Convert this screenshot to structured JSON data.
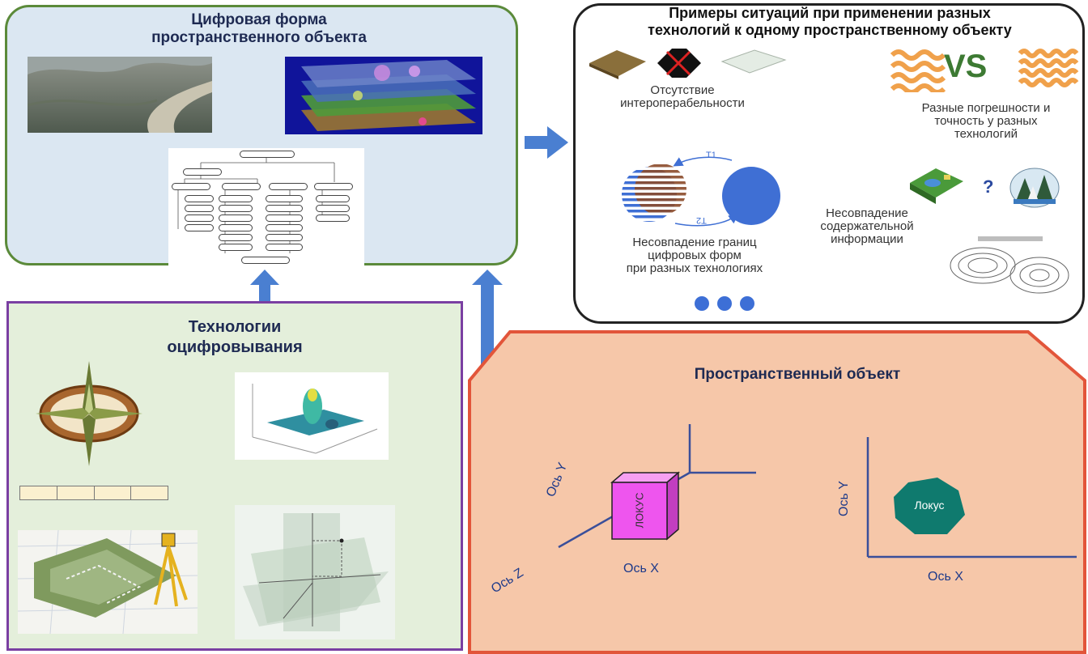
{
  "digital_form": {
    "title_line1": "Цифровая форма",
    "title_line2": "пространственного объекта"
  },
  "technologies": {
    "title_line1": "Технологии",
    "title_line2": "оцифровывания"
  },
  "examples": {
    "title_line1": "Примеры ситуаций при применении разных",
    "title_line2": "технологий к одному пространственному объекту",
    "vs": "VS",
    "interop_line1": "Отсутствие",
    "interop_line2": "интероперабельности",
    "errors_line1": "Разные погрешности и",
    "errors_line2": "точность у разных",
    "errors_line3": "технологий",
    "t1": "T1",
    "t2": "T2",
    "question": "?",
    "boundary_line1": "Несовпадение границ",
    "boundary_line2": "цифровых форм",
    "boundary_line3": "при разных технологиях",
    "content_line1": "Несовпадение",
    "content_line2": "содержательной",
    "content_line3": "информации"
  },
  "spatial_object": {
    "title": "Пространственный объект",
    "axis_y": "Ось Y",
    "axis_z": "Ось Z",
    "axis_x": "Ось X",
    "locus_3d": "ЛОКУС",
    "locus_2d": "Локус",
    "axis_y_2d": "Ось Y",
    "axis_x_2d": "Ось X"
  },
  "colors": {
    "arrow": "#4a7fd1",
    "digital_panel_border": "#5b8a3a",
    "tech_panel_border": "#7a3fa2",
    "object_panel_border": "#e2553a",
    "object_panel_fill": "#f6c7a9",
    "locus_cube": "#ee55ee",
    "locus_octagon": "#0f7a6e"
  }
}
